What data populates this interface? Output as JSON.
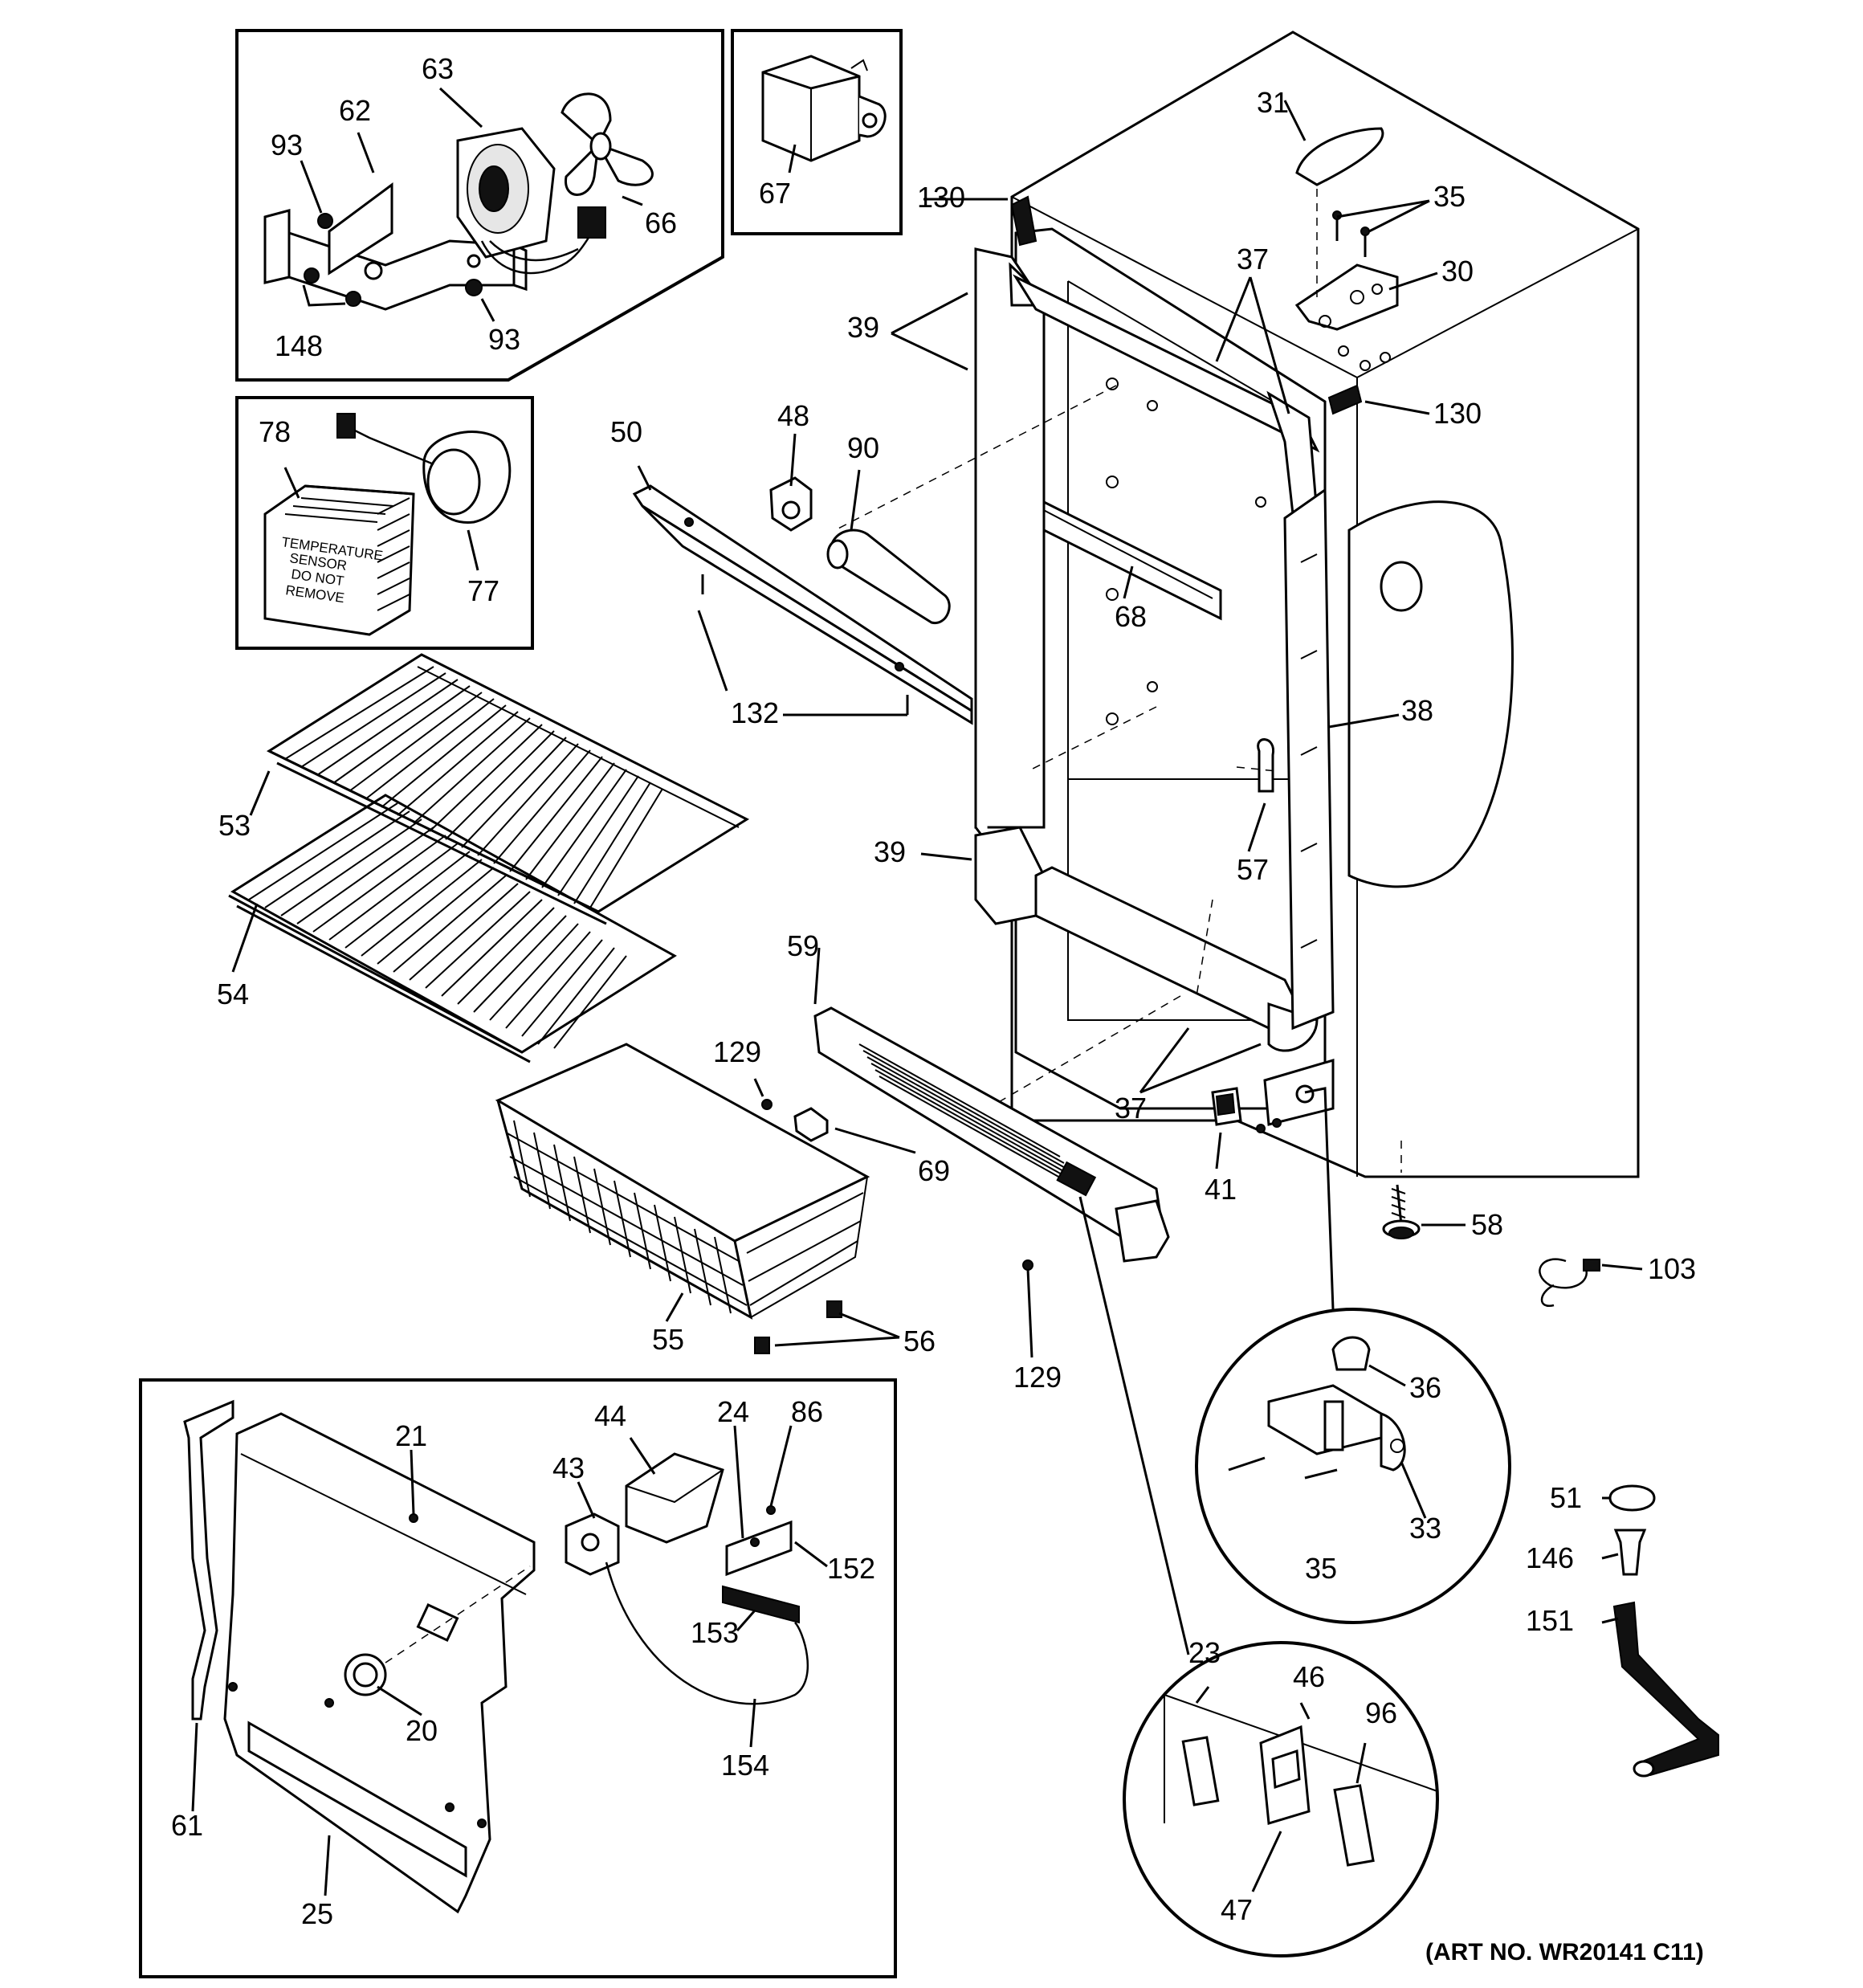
{
  "art_number": "(ART NO. WR20141 C11)",
  "sensor_text": [
    "TEMPERATURE",
    "SENSOR",
    "DO NOT",
    "REMOVE"
  ],
  "callouts": {
    "c20": "20",
    "c21": "21",
    "c23": "23",
    "c24": "24",
    "c25": "25",
    "c30": "30",
    "c31": "31",
    "c33": "33",
    "c35a": "35",
    "c35b": "35",
    "c36": "36",
    "c37a": "37",
    "c37b": "37",
    "c38": "38",
    "c39a": "39",
    "c39b": "39",
    "c41": "41",
    "c43": "43",
    "c44": "44",
    "c46": "46",
    "c47": "47",
    "c48": "48",
    "c50": "50",
    "c51": "51",
    "c53": "53",
    "c54": "54",
    "c55": "55",
    "c56": "56",
    "c57": "57",
    "c58": "58",
    "c59": "59",
    "c61": "61",
    "c62": "62",
    "c63": "63",
    "c66": "66",
    "c67": "67",
    "c68": "68",
    "c69": "69",
    "c77": "77",
    "c78": "78",
    "c86": "86",
    "c90": "90",
    "c93a": "93",
    "c93b": "93",
    "c96": "96",
    "c103": "103",
    "c129a": "129",
    "c129b": "129",
    "c130a": "130",
    "c130b": "130",
    "c132": "132",
    "c146": "146",
    "c148": "148",
    "c151": "151",
    "c152": "152",
    "c153": "153",
    "c154": "154"
  }
}
